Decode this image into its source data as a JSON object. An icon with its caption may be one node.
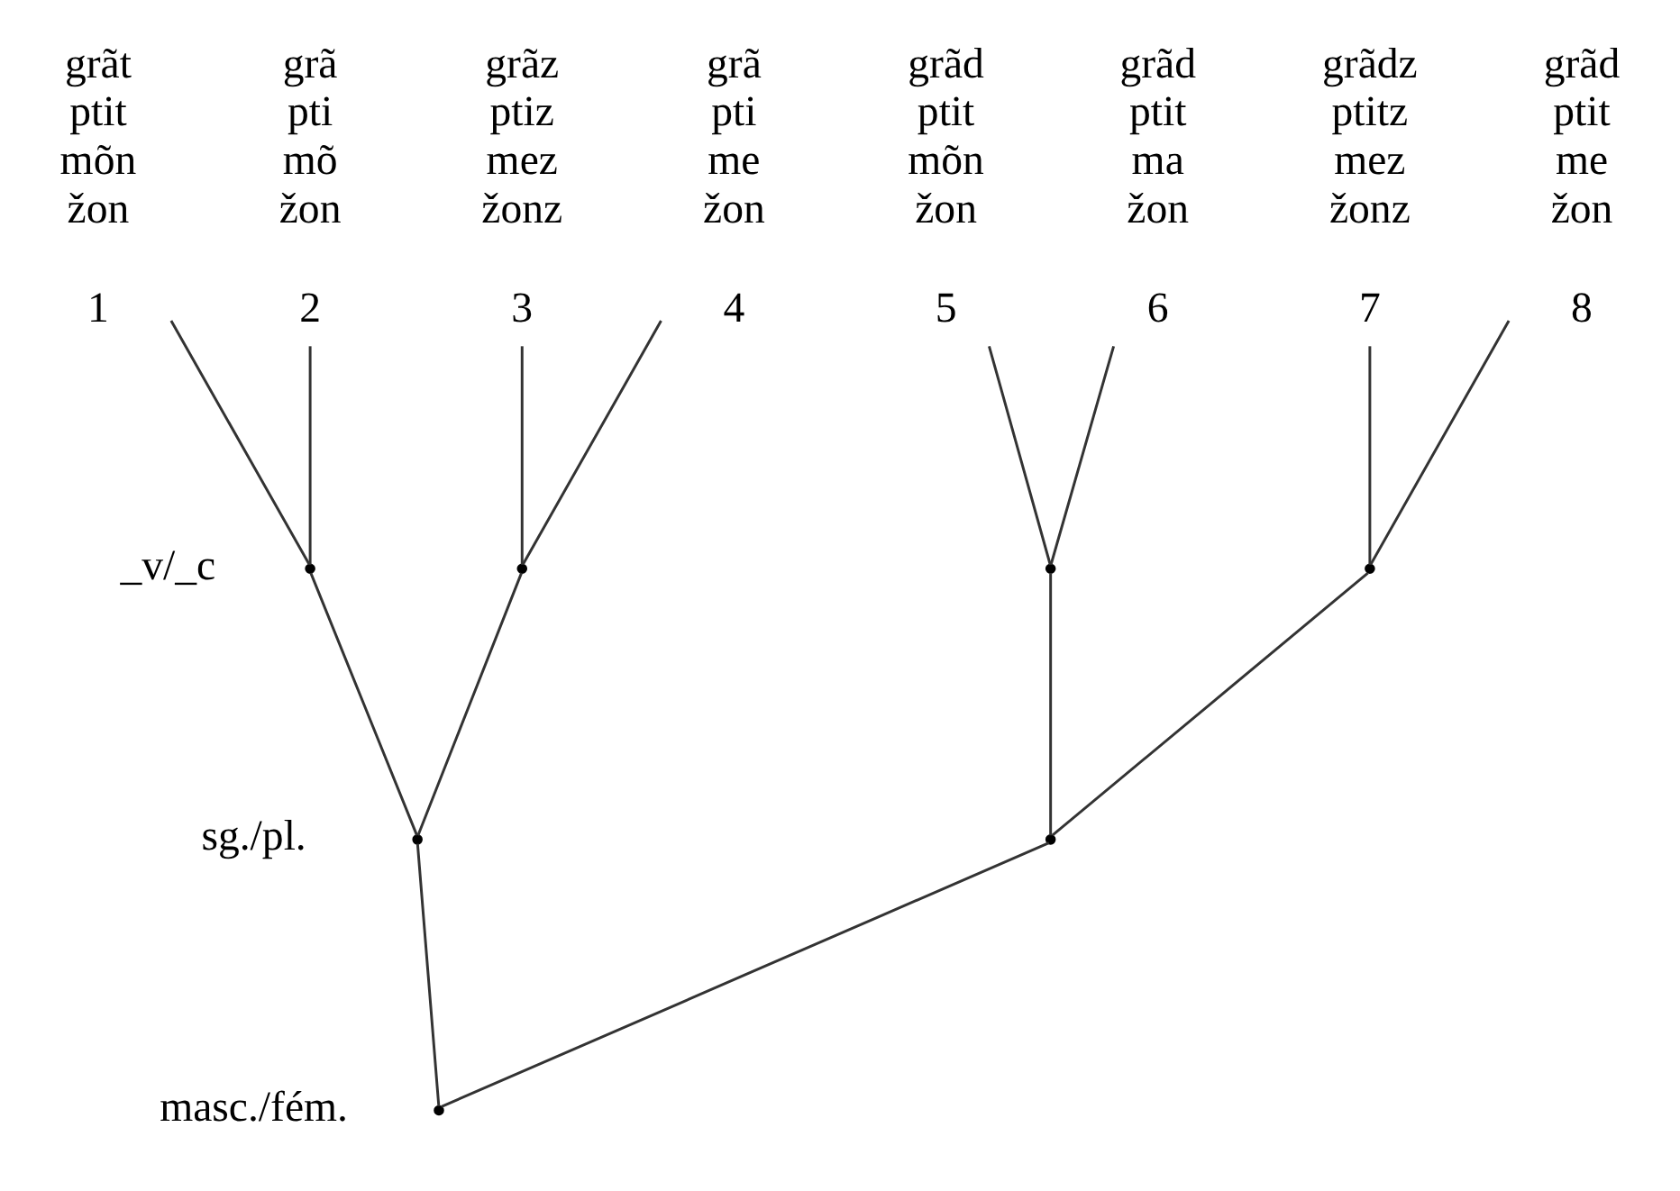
{
  "diagram": {
    "nodes": [
      {
        "text": [
          "grãt ptit mõn žon",
          "1"
        ]
      },
      {
        "text": [
          "grã pti mõ žon",
          "2"
        ]
      },
      {
        "text": [
          "grãz ptiz mez žonz",
          "3"
        ]
      },
      {
        "text": [
          "grã pti me žon",
          "4"
        ]
      },
      {
        "text": [
          "grãd ptit mõn žon",
          "5"
        ]
      },
      {
        "text": [
          "grãd ptit ma žon",
          "6"
        ]
      },
      {
        "text": [
          "grãdz ptitz mez žonz",
          "7"
        ]
      },
      {
        "text": [
          "grãd ptit me žon",
          "8"
        ]
      },
      {
        "text": [],
        "shape": "point"
      },
      {
        "text": [],
        "shape": "point"
      },
      {
        "text": [],
        "shape": "point"
      },
      {
        "text": [],
        "shape": "point"
      },
      {
        "text": [],
        "shape": "point"
      },
      {
        "text": [],
        "shape": "point"
      },
      {
        "text": [],
        "shape": "point"
      }
    ],
    "edges": [
      {
        "from": 0,
        "to": 8,
        "arrow": "none"
      },
      {
        "from": 1,
        "to": 8,
        "arrow": "none"
      },
      {
        "from": 2,
        "to": 9,
        "arrow": "none"
      },
      {
        "from": 3,
        "to": 9,
        "arrow": "none"
      },
      {
        "from": 4,
        "to": 10,
        "arrow": "none"
      },
      {
        "from": 5,
        "to": 10,
        "arrow": "none"
      },
      {
        "from": 6,
        "to": 11,
        "arrow": "none"
      },
      {
        "from": 7,
        "to": 11,
        "arrow": "none"
      },
      {
        "from": 8,
        "to": 12,
        "arrow": "none"
      },
      {
        "from": 9,
        "to": 12,
        "arrow": "none"
      },
      {
        "from": 10,
        "to": 13,
        "arrow": "none"
      },
      {
        "from": 11,
        "to": 13,
        "arrow": "none"
      },
      {
        "from": 12,
        "to": 14,
        "arrow": "none"
      },
      {
        "from": 13,
        "to": 14,
        "arrow": "none"
      }
    ],
    "labels": [
      "_v/_c",
      "sg./pl.",
      "masc./fém."
    ]
  }
}
